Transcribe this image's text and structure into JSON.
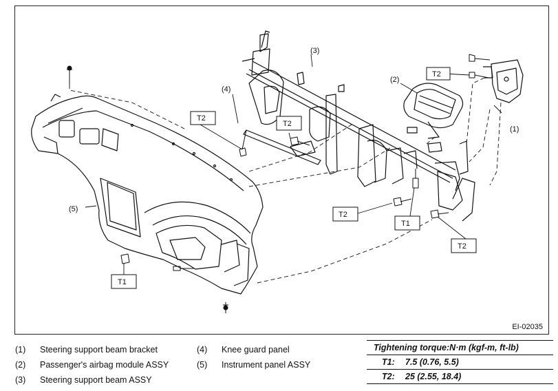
{
  "figure_code": "EI-02035",
  "callouts": {
    "n1": "(1)",
    "n2": "(2)",
    "n3": "(3)",
    "n4": "(4)",
    "n5": "(5)",
    "t2": "T2",
    "t1": "T1"
  },
  "legend": [
    {
      "num": "(1)",
      "text": "Steering support beam bracket"
    },
    {
      "num": "(2)",
      "text": "Passenger's airbag module ASSY"
    },
    {
      "num": "(3)",
      "text": "Steering support beam ASSY"
    },
    {
      "num": "(4)",
      "text": "Knee guard panel"
    },
    {
      "num": "(5)",
      "text": "Instrument panel ASSY"
    }
  ],
  "torque": {
    "heading": "Tightening torque:N·m (kgf-m, ft-lb)",
    "rows": [
      {
        "key": "T1:",
        "value": "7.5 (0.76, 5.5)"
      },
      {
        "key": "T2:",
        "value": "25 (2.55, 18.4)"
      }
    ]
  }
}
